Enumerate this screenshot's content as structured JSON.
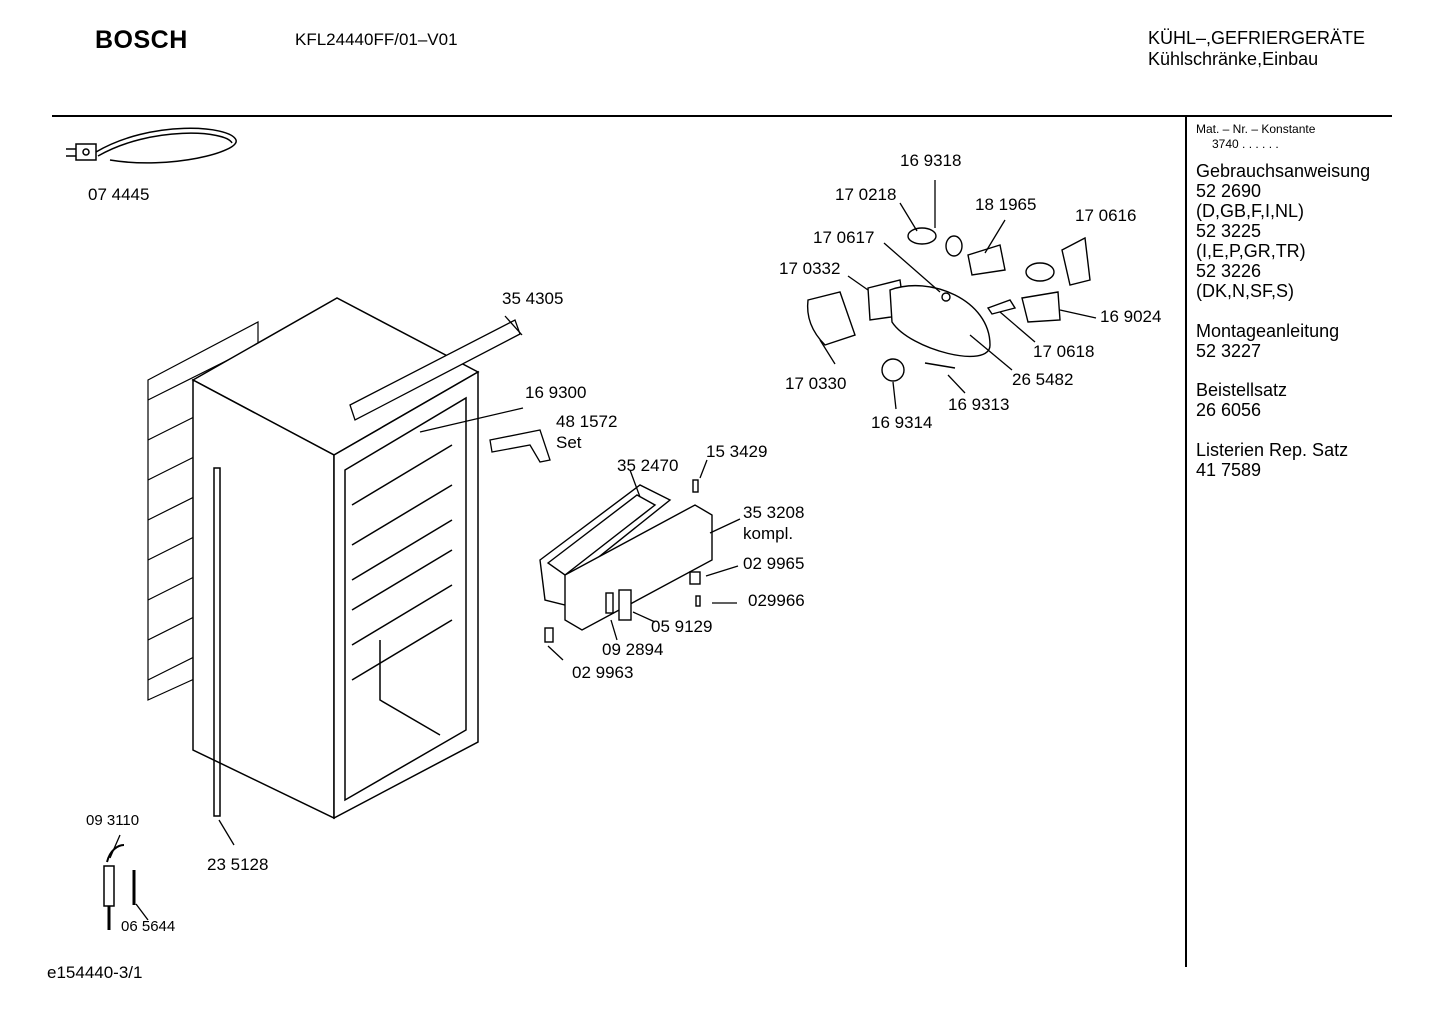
{
  "header": {
    "brand": "BOSCH",
    "model": "KFL24440FF/01–V01",
    "category_line1": "KÜHL–,GEFRIERGERÄTE",
    "category_line2": "Kühlschränke,Einbau"
  },
  "footer": {
    "drawing_id": "e154440-3/1"
  },
  "sidebar": {
    "mat_label": "Mat. – Nr. – Konstante",
    "mat_value": "3740 . . . . . .",
    "entries": [
      "Gebrauchsanweisung",
      "52 2690",
      "(D,GB,F,I,NL)",
      "52 3225",
      "(I,E,P,GR,TR)",
      "52 3226",
      "(DK,N,SF,S)",
      "Montageanleitung",
      "52 3227",
      "Beistellsatz",
      "26 6056",
      "Listerien Rep. Satz",
      "41 7589"
    ]
  },
  "callouts": [
    "07 4445",
    "16 9318",
    "17 0218",
    "18 1965",
    "17 0616",
    "17 0617",
    "17 0332",
    "16 9024",
    "17 0618",
    "26 5482",
    "17 0330",
    "16 9313",
    "16 9314",
    "35 4305",
    "16 9300",
    "48 1572",
    "Set",
    "35 2470",
    "15 3429",
    "35 3208",
    "kompl.",
    "02 9965",
    "029966",
    "05 9129",
    "09 2894",
    "02 9963",
    "09 3110",
    "23 5128",
    "06 5644"
  ]
}
